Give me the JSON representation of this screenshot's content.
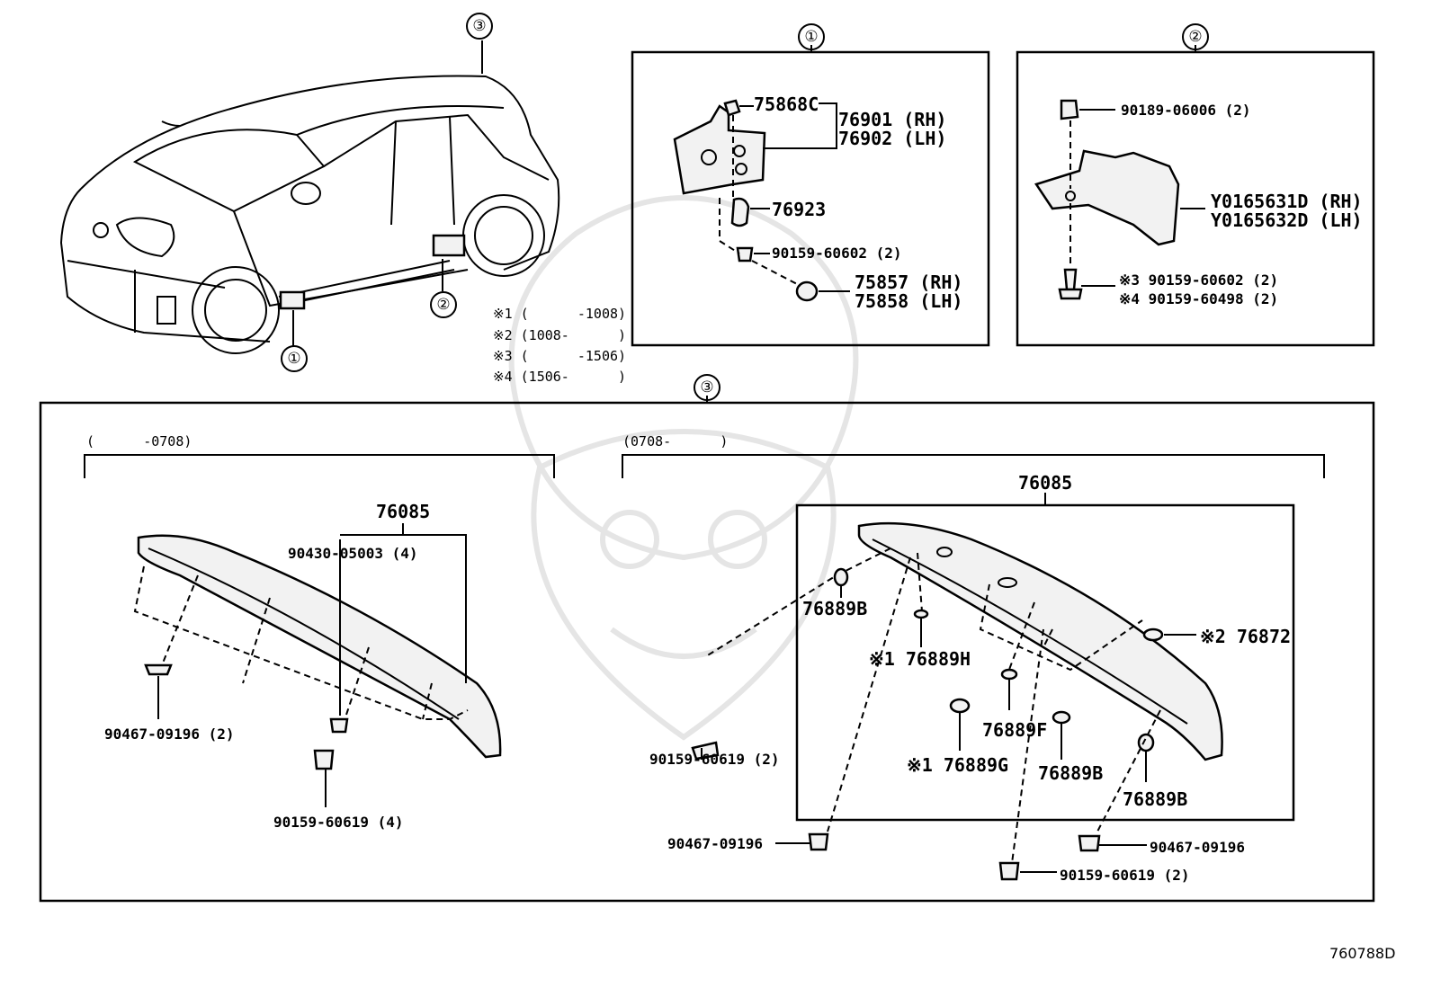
{
  "diagram_id": "760788D",
  "callouts": {
    "c1": "①",
    "c2": "②",
    "c3": "③"
  },
  "notes": [
    "※1 (      -1008)",
    "※2 (1008-      )",
    "※3 (      -1506)",
    "※4 (1506-      )"
  ],
  "panel1": {
    "title": "①",
    "labels": [
      "75868C",
      "76901 (RH)",
      "76902 (LH)",
      "76923",
      "90159-60602 (2)",
      "75857 (RH)",
      "75858 (LH)"
    ]
  },
  "panel2": {
    "title": "②",
    "labels": [
      "90189-06006 (2)",
      "Y0165631D (RH)",
      "Y0165632D (LH)",
      "※3 90159-60602 (2)",
      "※4 90159-60498 (2)"
    ]
  },
  "panel3": {
    "title": "③",
    "left": {
      "range": "(      -0708)",
      "labels": [
        "76085",
        "90430-05003 (4)",
        "90467-09196 (2)",
        "90159-60619 (4)"
      ]
    },
    "right": {
      "range": "(0708-      )",
      "labels": [
        "76085",
        "76889B",
        "※1 76889H",
        "※2 76872",
        "90159-60619 (2)",
        "76889F",
        "※1 76889G",
        "76889B",
        "76889B",
        "90467-09196",
        "90467-09196",
        "90159-60619 (2)"
      ]
    }
  }
}
